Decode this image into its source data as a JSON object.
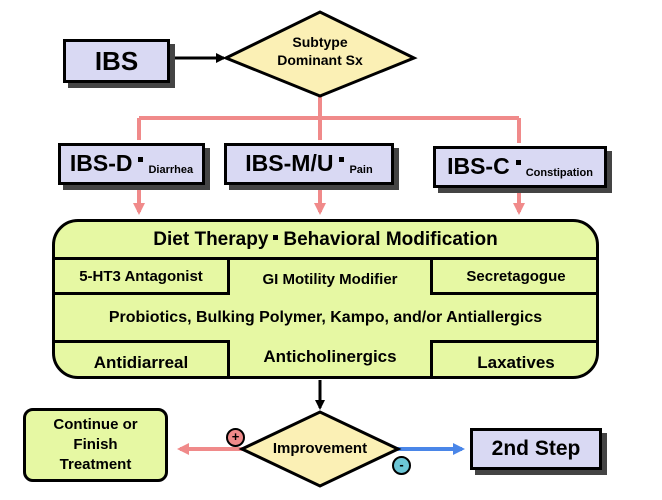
{
  "root": {
    "label": "IBS"
  },
  "decision_subtype": {
    "line1": "Subtype",
    "line2": "Dominant Sx"
  },
  "subtypes": [
    {
      "name": "IBS-D",
      "detail": "Diarrhea"
    },
    {
      "name": "IBS-M/U",
      "detail": "Pain"
    },
    {
      "name": "IBS-C",
      "detail": "Constipation"
    }
  ],
  "therapy": {
    "title_a": "Diet Therapy",
    "title_b": "Behavioral Modification",
    "row1": [
      "5-HT3 Antagonist",
      "GI Motility Modifier",
      "Secretagogue"
    ],
    "row2": "Probiotics, Bulking Polymer, Kampo, and/or Antiallergics",
    "row3": [
      "Antidiarreal",
      "Anticholinergics",
      "Laxatives"
    ]
  },
  "decision_improvement": {
    "label": "Improvement"
  },
  "outcome_positive": {
    "line1": "Continue or",
    "line2": "Finish",
    "line3": "Treatment",
    "sign": "+"
  },
  "outcome_negative": {
    "label": "2nd Step",
    "sign": "-"
  },
  "colors": {
    "arrow_pink": "#f08a8a",
    "arrow_blue": "#4a86e8",
    "box_lavender": "#d9d9f3",
    "box_green": "#e6f8a3",
    "diamond_yellow": "#fbf0b5"
  }
}
